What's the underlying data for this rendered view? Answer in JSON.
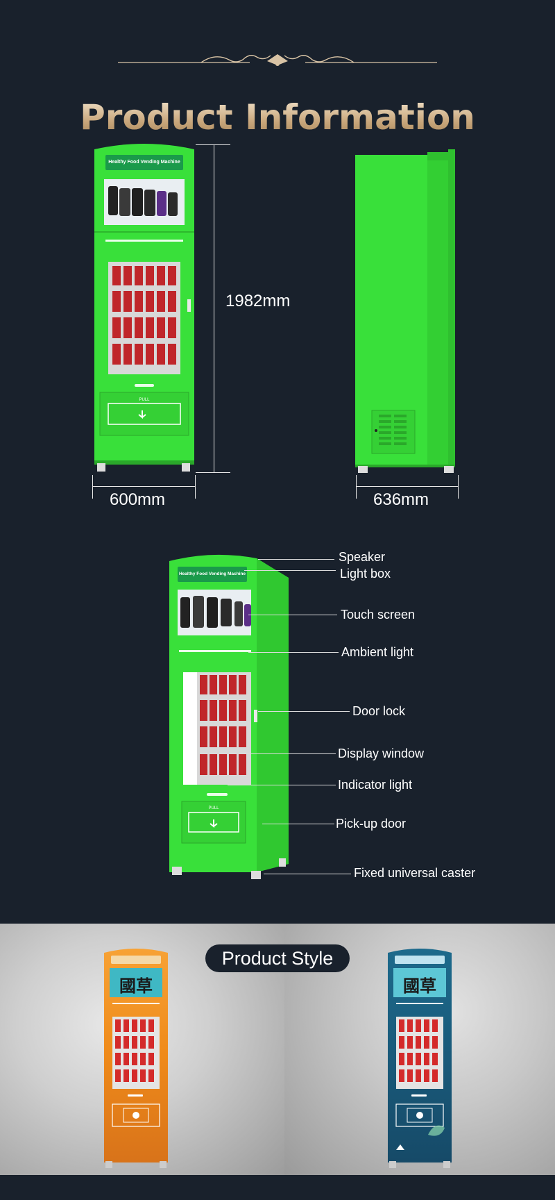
{
  "header": {
    "title": "Product Information"
  },
  "machine_label": "Healthy Food Vending Machine",
  "pull_label": "PULL",
  "dimensions": {
    "height": "1982mm",
    "width": "600mm",
    "depth": "636mm"
  },
  "callouts": [
    {
      "id": "speaker",
      "label": "Speaker"
    },
    {
      "id": "light-box",
      "label": "Light box"
    },
    {
      "id": "touch-screen",
      "label": "Touch screen"
    },
    {
      "id": "ambient-light",
      "label": "Ambient light"
    },
    {
      "id": "door-lock",
      "label": "Door lock"
    },
    {
      "id": "display-window",
      "label": "Display window"
    },
    {
      "id": "indicator-light",
      "label": "Indicator light"
    },
    {
      "id": "pick-up-door",
      "label": "Pick-up door"
    },
    {
      "id": "caster",
      "label": "Fixed universal caster"
    }
  ],
  "style_section": {
    "title": "Product Style",
    "brand_text": "國草"
  },
  "colors": {
    "background": "#19212c",
    "machine_green": "#39e03a",
    "title_gold": "#c9a77c",
    "orange_machine": "#f08a1c",
    "blue_machine": "#1d5a7a"
  }
}
